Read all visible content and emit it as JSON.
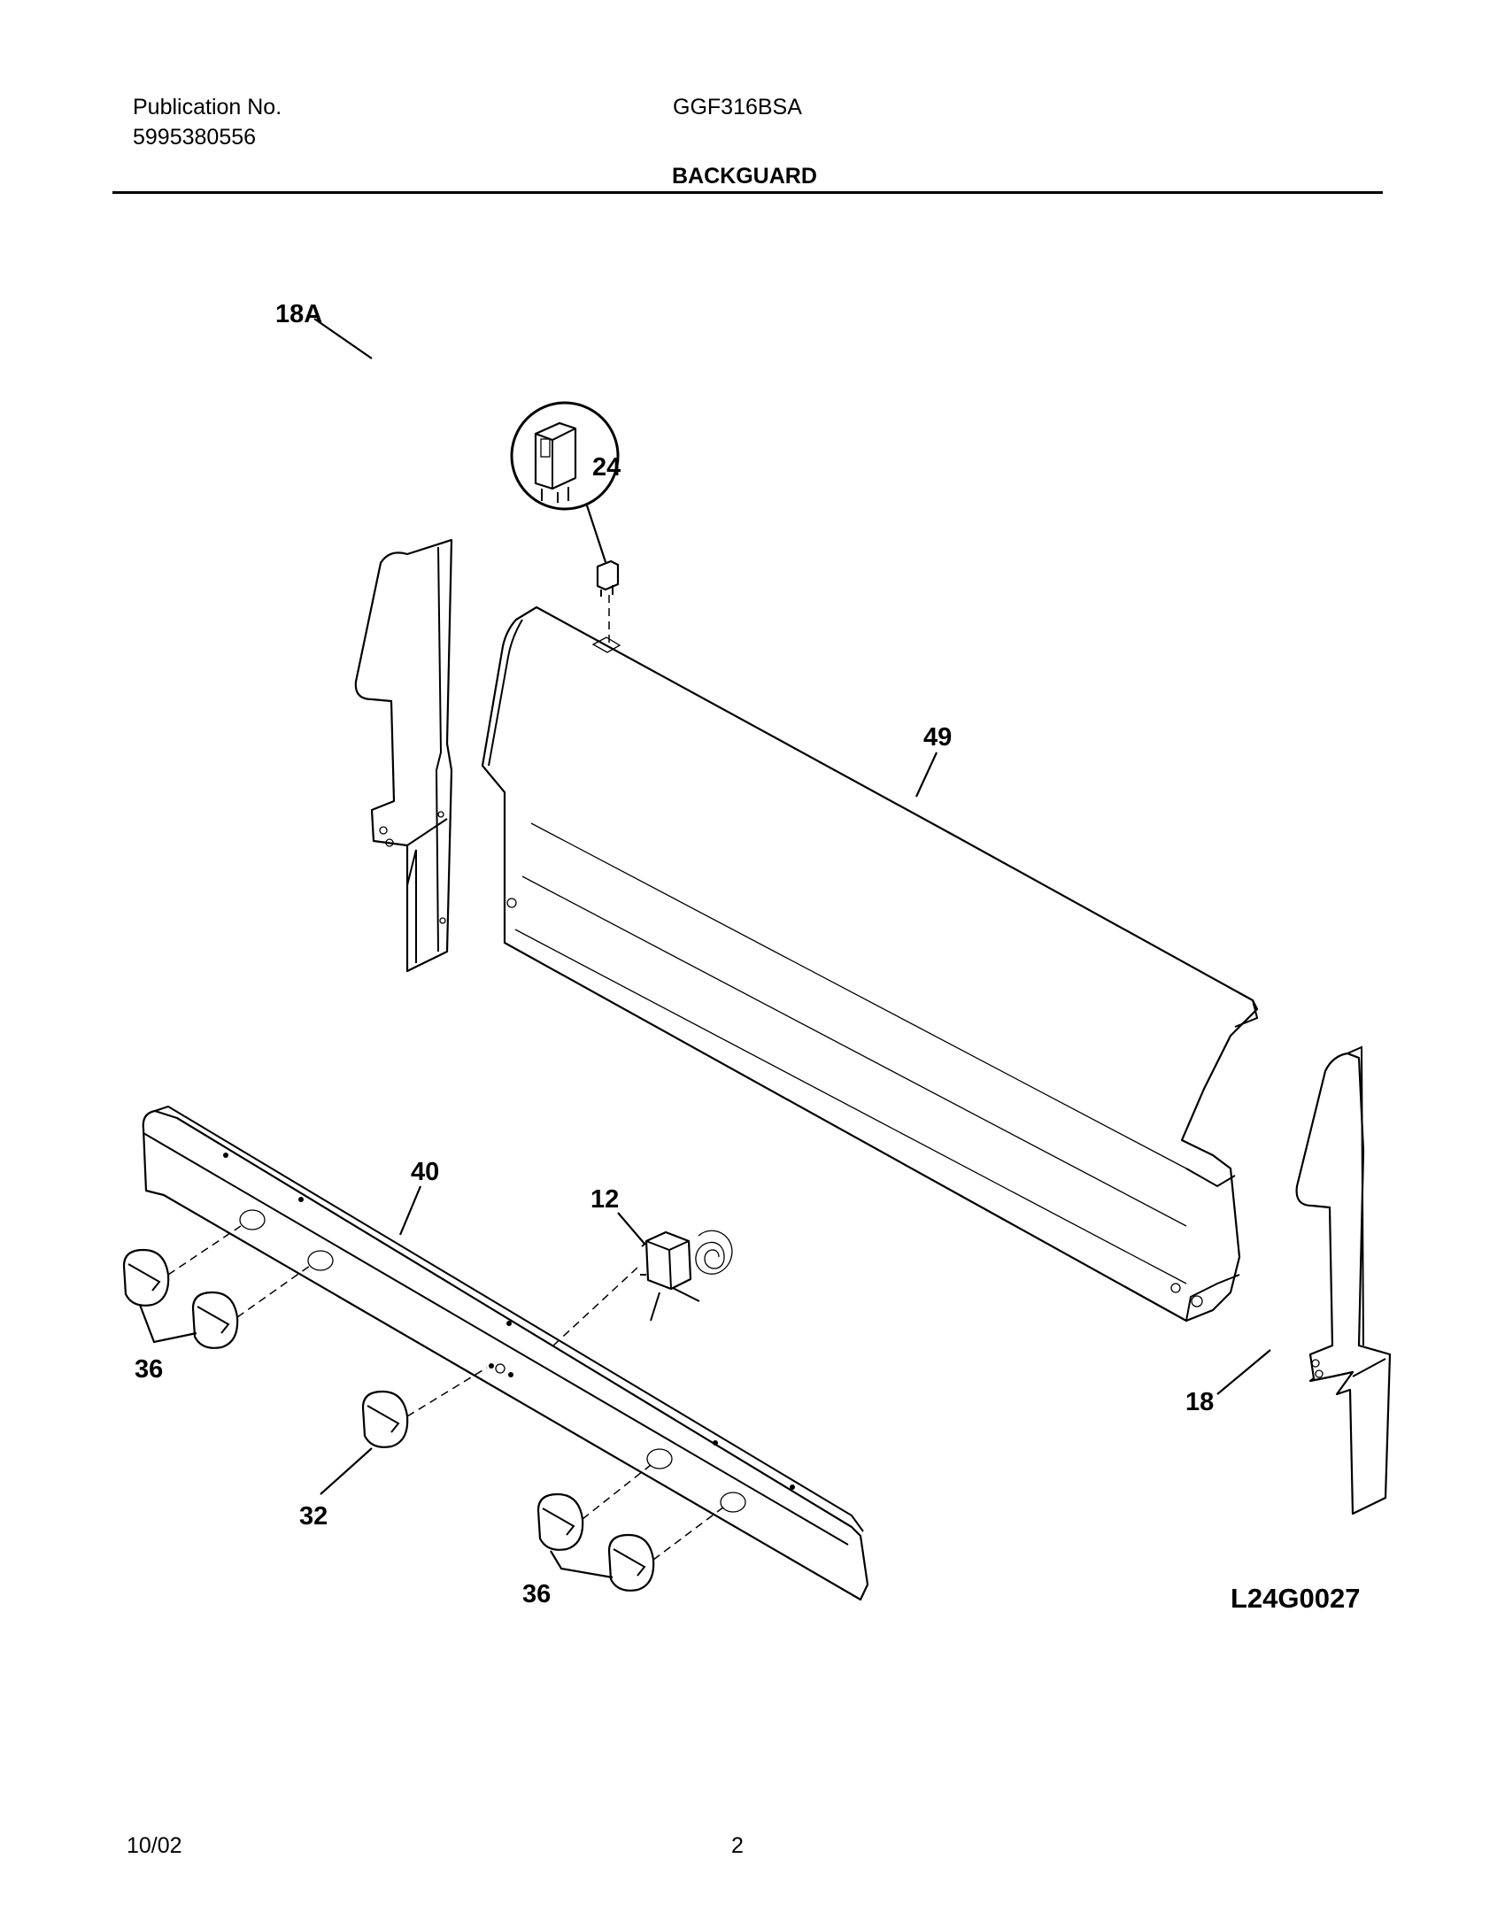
{
  "header": {
    "publication_label": "Publication No.",
    "publication_number": "5995380556",
    "model": "GGF316BSA",
    "section_title": "BACKGUARD"
  },
  "callouts": {
    "c24": "24",
    "c18a": "18A",
    "c49": "49",
    "c40": "40",
    "c12": "12",
    "c36_left": "36",
    "c32": "32",
    "c36_right": "36",
    "c18": "18"
  },
  "figure_code": "L24G0027",
  "footer": {
    "date": "10/02",
    "page": "2"
  }
}
